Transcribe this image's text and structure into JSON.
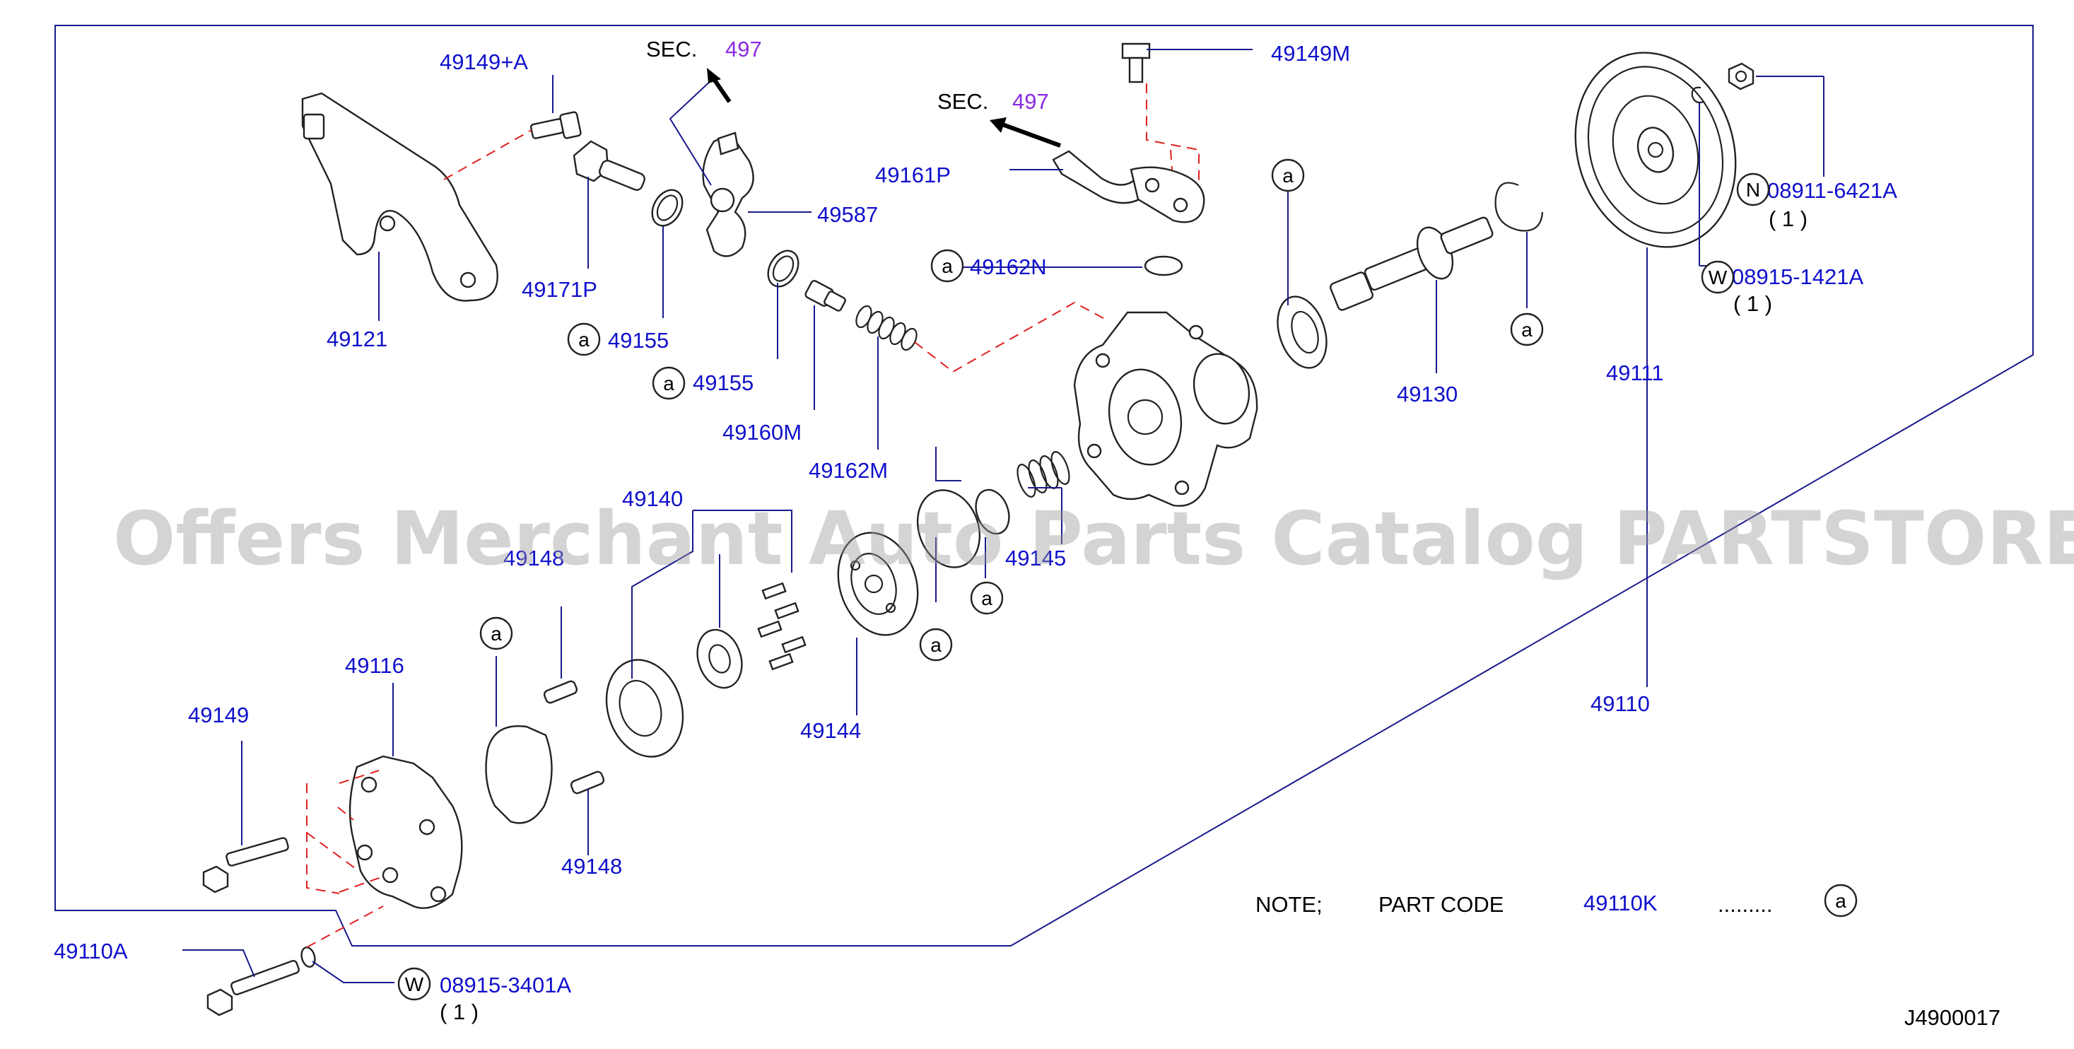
{
  "diagram": {
    "watermark": "Offers Merchant Auto Parts Catalog PARTSTORE.SA",
    "diagram_code": "J4900017",
    "note": {
      "prefix": "NOTE;",
      "part_code_label": "PART CODE",
      "part_code": "49110K",
      "dots": ".........",
      "marker": "a"
    },
    "sections": [
      {
        "sec": "SEC.",
        "num": "497"
      },
      {
        "sec": "SEC.",
        "num": "497"
      }
    ],
    "labels": {
      "p49149A": "49149+A",
      "p49121": "49121",
      "p49171P": "49171P",
      "p49155a": "49155",
      "p49155b": "49155",
      "p49587": "49587",
      "p49160M": "49160M",
      "p49162M": "49162M",
      "p49161P": "49161P",
      "p49162N": "49162N",
      "p49149M": "49149M",
      "p49130": "49130",
      "p49111": "49111",
      "p08911": "08911-6421A",
      "p08911_qty": "( 1 )",
      "p08915_1421": "08915-1421A",
      "p08915_1421_qty": "( 1 )",
      "p49140": "49140",
      "p49148a": "49148",
      "p49145": "49145",
      "p49144": "49144",
      "p49116": "49116",
      "p49149": "49149",
      "p49148b": "49148",
      "p49110": "49110",
      "p49110A": "49110A",
      "p08915_3401": "08915-3401A",
      "p08915_3401_qty": "( 1 )"
    },
    "badges": {
      "a": "a",
      "N": "N",
      "W": "W"
    },
    "colors": {
      "label": "#1010cc",
      "section_number": "#8a2be2",
      "leader": "#1a1a8c",
      "dashed_guide": "#e02020",
      "watermark": "#9a9a9a"
    }
  }
}
